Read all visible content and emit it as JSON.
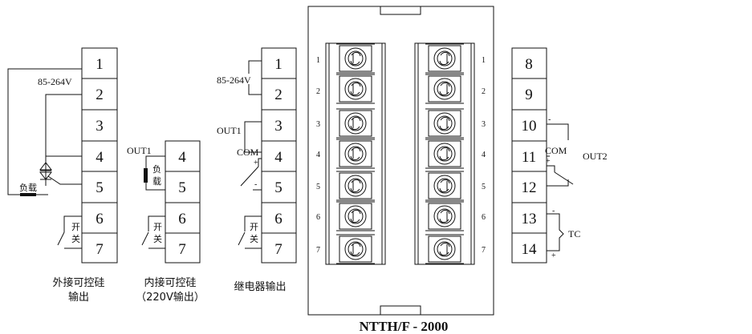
{
  "left_block": {
    "terminals": [
      "1",
      "2",
      "3",
      "4",
      "5",
      "6",
      "7"
    ],
    "voltage_label": "85-264V",
    "load_label": "负载",
    "switch_label_1": "开",
    "switch_label_2": "关",
    "caption_line1": "外接可控硅",
    "caption_line2": "输出"
  },
  "internal_block": {
    "terminals": [
      "4",
      "5",
      "6",
      "7"
    ],
    "out_label": "OUT1",
    "load_label_1": "负",
    "load_label_2": "载",
    "switch_label_1": "开",
    "switch_label_2": "关",
    "caption_line1": "内接可控硅",
    "caption_line2": "（220V输出）"
  },
  "relay_block": {
    "terminals": [
      "1",
      "2",
      "3",
      "4",
      "5",
      "6",
      "7"
    ],
    "voltage_label": "85-264V",
    "out_label": "OUT1",
    "com_label": "COM",
    "plus_label": "+",
    "minus_label": "-",
    "switch_label_1": "开",
    "switch_label_2": "关",
    "caption": "继电器输出"
  },
  "device": {
    "model": "NTTH/F - 2000",
    "left_pins": [
      "1",
      "2",
      "3",
      "4",
      "5",
      "6",
      "7"
    ],
    "right_pins": [
      "1",
      "2",
      "3",
      "4",
      "5",
      "6",
      "7"
    ]
  },
  "right_block": {
    "terminals": [
      "8",
      "9",
      "10",
      "11",
      "12",
      "13",
      "14"
    ],
    "com_label": "COM",
    "out2_label": "OUT2",
    "tc_label": "TC",
    "minus_label_1": "-",
    "plus_label_1": "+",
    "minus_label_2": "-",
    "plus_label_2": "+"
  }
}
